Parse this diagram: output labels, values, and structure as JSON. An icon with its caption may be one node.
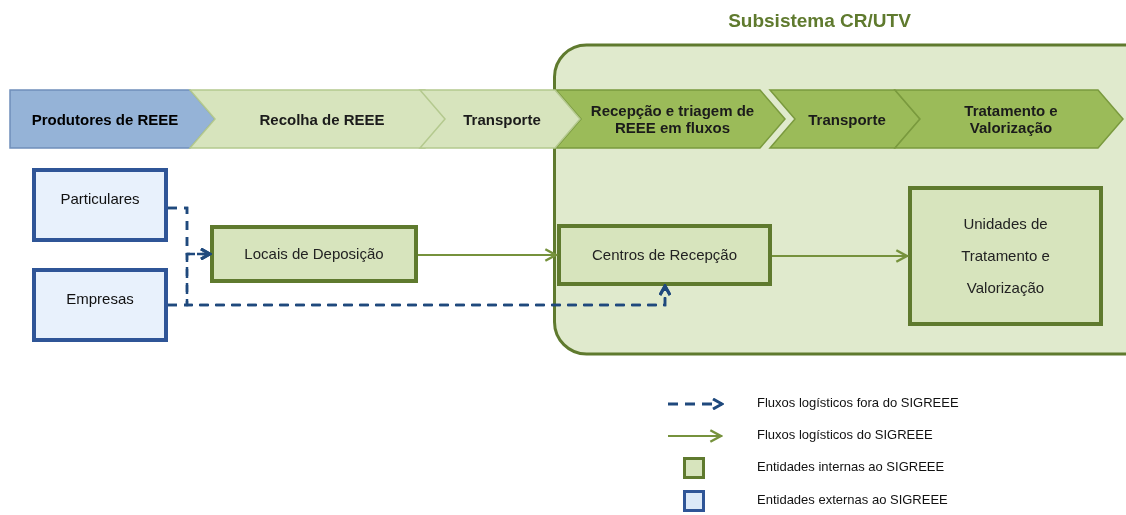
{
  "diagram": {
    "nodes": [
      {
        "text": [
          "Subsistema CR/UTV"
        ]
      },
      {
        "text": [
          "Produtores de REEE"
        ]
      },
      {
        "text": [
          "Recolha de REEE"
        ]
      },
      {
        "text": [
          "Transporte"
        ]
      },
      {
        "text": [
          "Recepção e triagem de REEE em fluxos"
        ],
        "in": 0
      },
      {
        "text": [
          "Transporte"
        ],
        "in": 0
      },
      {
        "text": [
          "Tratamento e Valorização"
        ],
        "in": 0
      },
      {
        "text": [
          "Particulares"
        ]
      },
      {
        "text": [
          "Empresas"
        ]
      },
      {
        "text": [
          "Locais de Deposição"
        ]
      },
      {
        "text": [
          "Centros de Recepção"
        ],
        "in": 0
      },
      {
        "text": [
          "Unidades de Tratamento e Valorização"
        ],
        "in": 0
      }
    ],
    "edges": [
      {
        "from": 7,
        "to": 9,
        "arrow": "to",
        "style": "dashed",
        "color": "#1f497d"
      },
      {
        "from": 8,
        "to": 9,
        "arrow": "to",
        "style": "dashed",
        "color": "#1f497d"
      },
      {
        "from": 7,
        "to": 10,
        "arrow": "to",
        "style": "dashed",
        "color": "#1f497d"
      },
      {
        "from": 8,
        "to": 10,
        "arrow": "to",
        "style": "dashed",
        "color": "#1f497d"
      },
      {
        "from": 9,
        "to": 10,
        "arrow": "to"
      },
      {
        "from": 10,
        "to": 11,
        "arrow": "to"
      }
    ],
    "legend": [
      {
        "text": "Fluxos logísticos fora do SIGREEE"
      },
      {
        "text": "Fluxos logísticos do SIGREEE"
      },
      {
        "text": "Entidades internas ao SIGREEE",
        "color": "#d7e4bd"
      },
      {
        "text": "Entidades externas ao SIGREEE",
        "color": "#dce9f8"
      }
    ]
  }
}
